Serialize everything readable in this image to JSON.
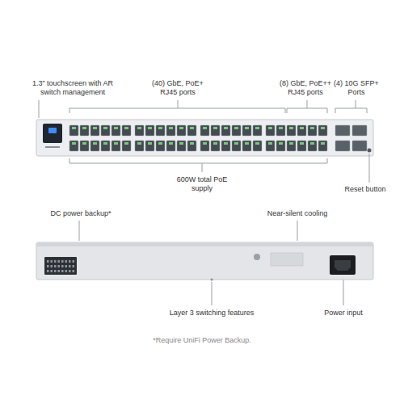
{
  "diagram": {
    "caption": "*Require UniFi Power Backup.",
    "labels": [
      "1.3\" touchscreen with AR switch management",
      "(40) GbE, PoE+ RJ45 ports",
      "(8) GbE, PoE++ RJ45 ports",
      "(4) 10G SFP+ Ports",
      "600W total PoE supply",
      "Reset button",
      "DC power backup*",
      "Near-silent cooling",
      "Layer 3 switching features",
      "Power input"
    ]
  }
}
